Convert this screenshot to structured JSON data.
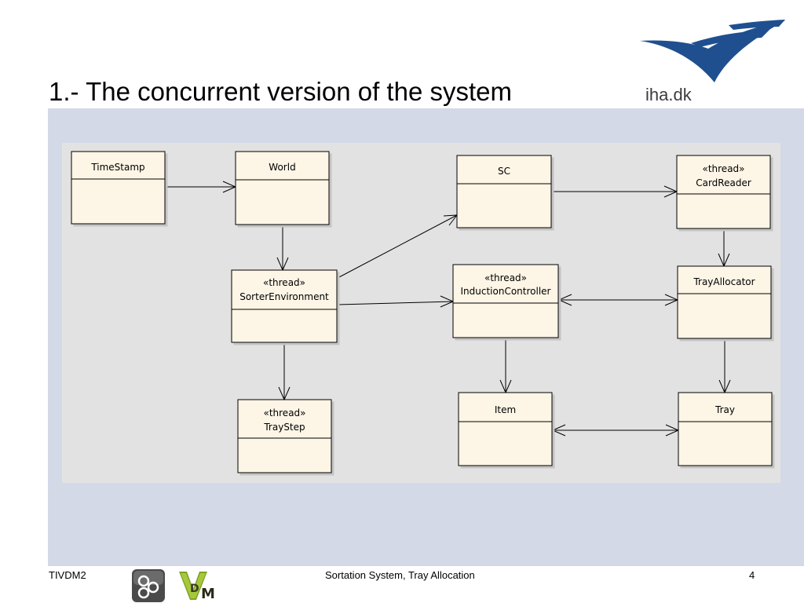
{
  "slide": {
    "title": "1.- The concurrent version of the system"
  },
  "logo": {
    "text": "iha.dk",
    "colors": {
      "mark": "#1f4f8f",
      "text": "#3c3c3c"
    }
  },
  "diagram": {
    "classes": [
      {
        "id": "timestamp",
        "stereotype": "",
        "name": "TimeStamp"
      },
      {
        "id": "world",
        "stereotype": "",
        "name": "World"
      },
      {
        "id": "sc",
        "stereotype": "",
        "name": "SC"
      },
      {
        "id": "cardreader",
        "stereotype": "«thread»",
        "name": "CardReader"
      },
      {
        "id": "sorterenvironment",
        "stereotype": "«thread»",
        "name": "SorterEnvironment"
      },
      {
        "id": "inductioncontroller",
        "stereotype": "«thread»",
        "name": "InductionController"
      },
      {
        "id": "trayallocator",
        "stereotype": "",
        "name": "TrayAllocator"
      },
      {
        "id": "traystep",
        "stereotype": "«thread»",
        "name": "TrayStep"
      },
      {
        "id": "item",
        "stereotype": "",
        "name": "Item"
      },
      {
        "id": "tray",
        "stereotype": "",
        "name": "Tray"
      }
    ],
    "associations": [
      {
        "from": "timestamp",
        "to": "world",
        "navigability": "to"
      },
      {
        "from": "world",
        "to": "sorterenvironment",
        "navigability": "to"
      },
      {
        "from": "sorterenvironment",
        "to": "sc",
        "navigability": "to"
      },
      {
        "from": "sorterenvironment",
        "to": "inductioncontroller",
        "navigability": "to"
      },
      {
        "from": "sorterenvironment",
        "to": "traystep",
        "navigability": "to"
      },
      {
        "from": "sc",
        "to": "cardreader",
        "navigability": "to"
      },
      {
        "from": "cardreader",
        "to": "trayallocator",
        "navigability": "to"
      },
      {
        "from": "inductioncontroller",
        "to": "trayallocator",
        "navigability": "both"
      },
      {
        "from": "inductioncontroller",
        "to": "item",
        "navigability": "to"
      },
      {
        "from": "trayallocator",
        "to": "tray",
        "navigability": "to"
      },
      {
        "from": "item",
        "to": "tray",
        "navigability": "both"
      }
    ],
    "colors": {
      "class_fill": "#fdf5e6",
      "class_border": "#000000",
      "canvas": "#e2e2e2",
      "background": "#d3d9e6"
    }
  },
  "footer": {
    "left": "TIVDM2",
    "center": "Sortation System, Tray Allocation",
    "page_number": "4",
    "icons": [
      "overture-logo-icon",
      "vdm-logo-icon"
    ]
  }
}
